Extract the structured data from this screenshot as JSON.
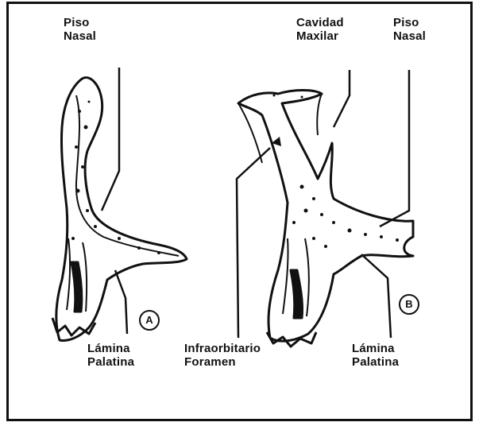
{
  "labels": {
    "piso_nasal_a_line1": "Piso",
    "piso_nasal_a_line2": "Nasal",
    "cavidad_line1": "Cavidad",
    "cavidad_line2": "Maxilar",
    "piso_nasal_b_line1": "Piso",
    "piso_nasal_b_line2": "Nasal",
    "lamina_a_line1": "Lámina",
    "lamina_a_line2": "Palatina",
    "infra_line1": "Infraorbitario",
    "infra_line2": "Foramen",
    "lamina_b_line1": "Lámina",
    "lamina_b_line2": "Palatina",
    "marker_a": "A",
    "marker_b": "B"
  },
  "colors": {
    "ink": "#111111",
    "background": "#ffffff"
  }
}
